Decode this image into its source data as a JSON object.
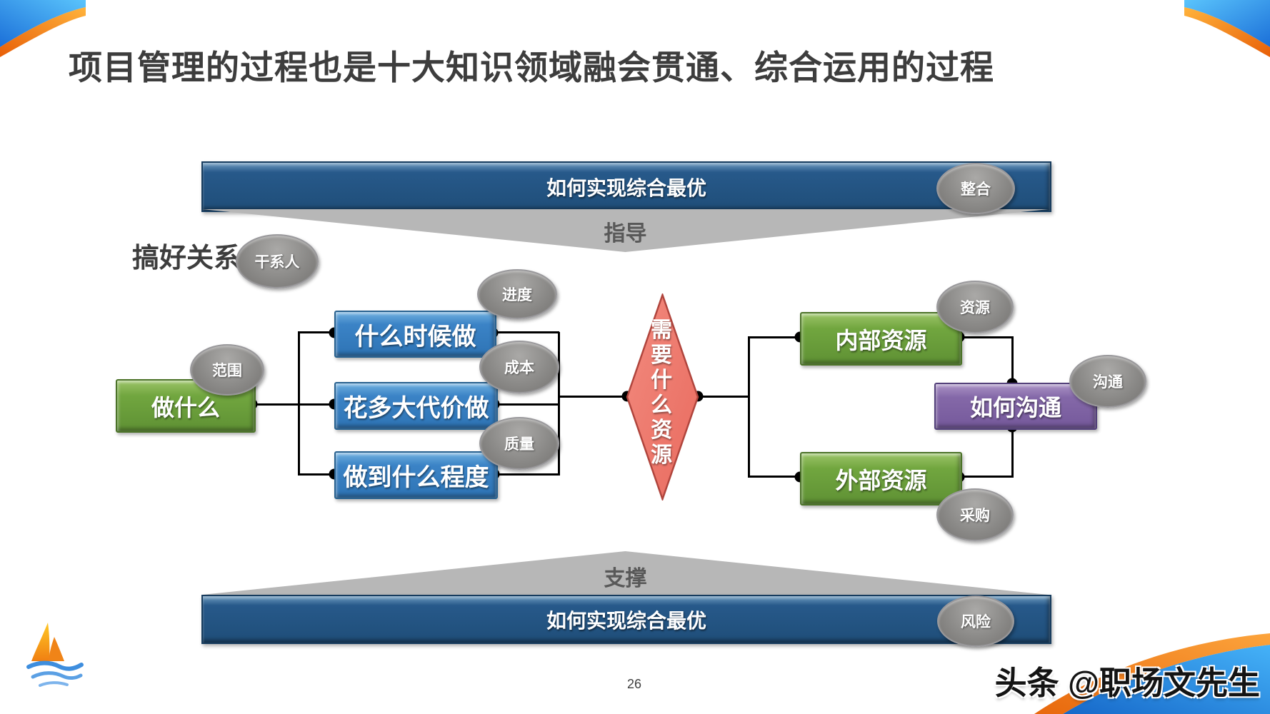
{
  "slide": {
    "title": "项目管理的过程也是十大知识领域融会贯通、综合运用的过程",
    "side_label": "搞好关系",
    "page_number": "26",
    "watermark": "头条 @职场文先生"
  },
  "bars": {
    "top": {
      "label": "如何实现综合最优",
      "badge": "整合"
    },
    "bottom": {
      "label": "如何实现综合最优",
      "badge": "风险"
    }
  },
  "funnels": {
    "top": "指导",
    "bottom": "支撑"
  },
  "nodes": {
    "stakeholder_badge": "干系人",
    "scope": {
      "label": "做什么",
      "badge": "范围"
    },
    "schedule": {
      "label": "什么时候做",
      "badge": "进度"
    },
    "cost": {
      "label": "花多大代价做",
      "badge": "成本"
    },
    "quality": {
      "label": "做到什么程度",
      "badge": "质量"
    },
    "diamond": "需要什么资源",
    "internal": {
      "label": "内部资源",
      "badge": "资源"
    },
    "external": {
      "label": "外部资源",
      "badge": "采购"
    },
    "communication": {
      "label": "如何沟通",
      "badge": "沟通"
    }
  },
  "colors": {
    "bar_navy": "#1f4e79",
    "box_blue": "#2e74b5",
    "box_green": "#6aa23c",
    "box_purple": "#7d62a2",
    "diamond_red": "#ec7166",
    "oval_gray": "#8a8a88",
    "funnel_gray": "#b7b7b7",
    "accent_orange": "#f5891d",
    "accent_blue": "#2f9bf4",
    "title_text": "#3d3d3d"
  }
}
